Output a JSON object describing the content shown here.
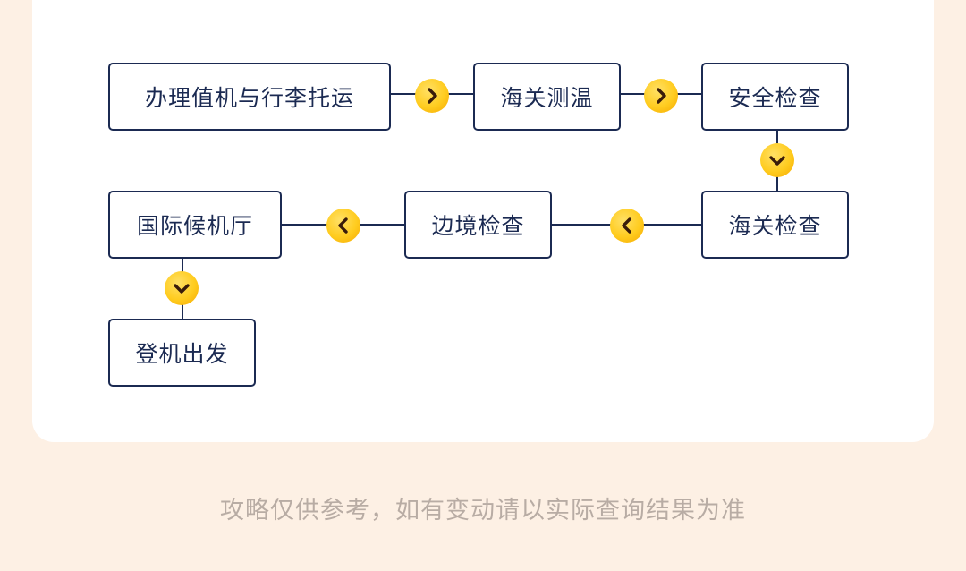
{
  "steps": {
    "checkin": "办理值机与行李托运",
    "temp": "海关测温",
    "security": "安全检查",
    "customs": "海关检查",
    "border": "边境检查",
    "hall": "国际候机厅",
    "board": "登机出发"
  },
  "footer_note": "攻略仅供参考，如有变动请以实际查询结果为准",
  "colors": {
    "page_bg": "#fdf0e4",
    "card_bg": "#ffffff",
    "border": "#1b2a52",
    "arrow_fill": "#ffcc1f",
    "arrow_glyph": "#3a1c0a",
    "note_text": "#b8aca4"
  }
}
